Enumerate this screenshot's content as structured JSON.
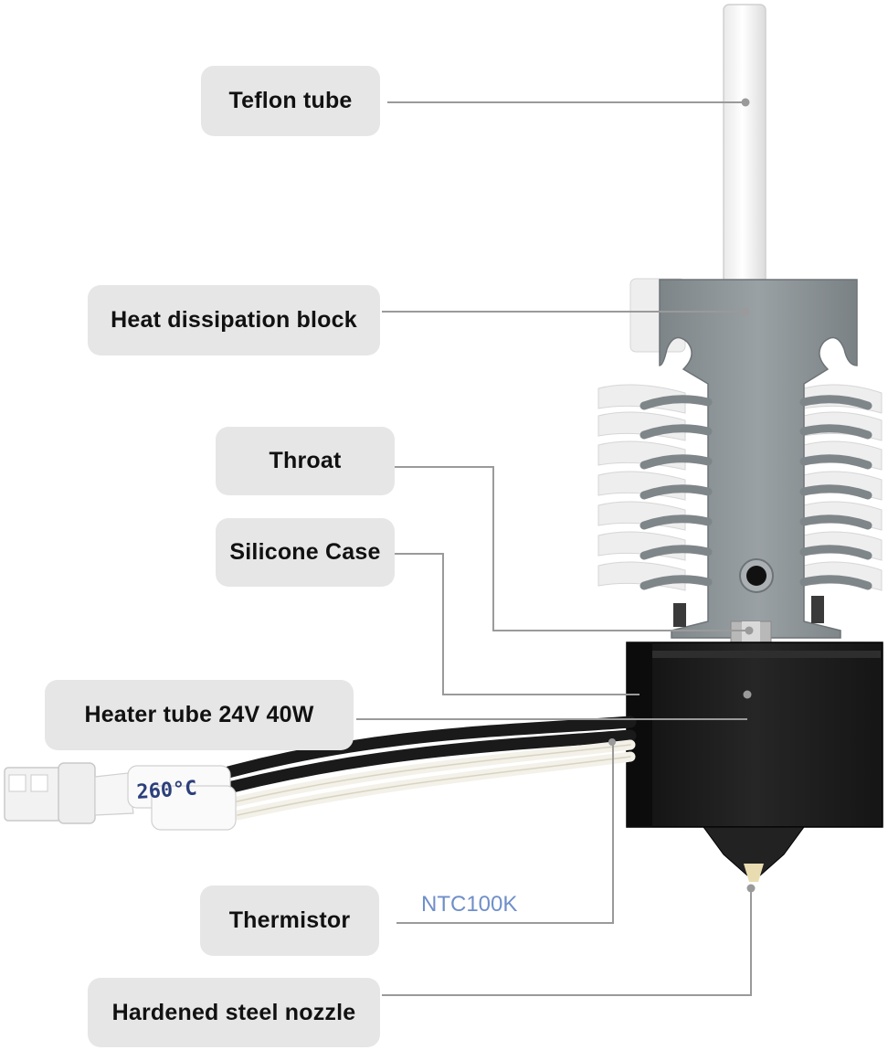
{
  "labels": {
    "teflon_tube": "Teflon tube",
    "heat_dissipation_block": "Heat dissipation block",
    "throat": "Throat",
    "silicone_case": "Silicone Case",
    "heater_tube": "Heater tube 24V 40W",
    "thermistor": "Thermistor",
    "nozzle": "Hardened steel nozzle"
  },
  "notes": {
    "thermistor_spec": "NTC100K",
    "connector_marking": "260°C"
  },
  "colors": {
    "label_bg": "#e6e6e6",
    "leader_line": "#9a9a9a",
    "spec_text": "#6f8fc9",
    "heatsink": "#8e9598",
    "heater_block": "#1c1c1c"
  }
}
